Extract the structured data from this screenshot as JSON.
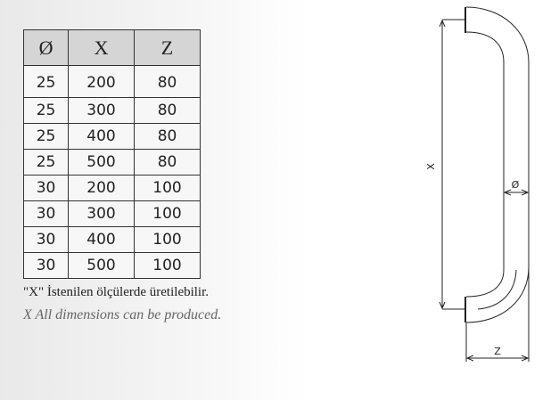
{
  "table": {
    "headers": [
      "Ø",
      "X",
      "Z"
    ],
    "rows": [
      [
        "25",
        "200",
        "80"
      ],
      [
        "25",
        "300",
        "80"
      ],
      [
        "25",
        "400",
        "80"
      ],
      [
        "25",
        "500",
        "80"
      ],
      [
        "30",
        "200",
        "100"
      ],
      [
        "30",
        "300",
        "100"
      ],
      [
        "30",
        "400",
        "100"
      ],
      [
        "30",
        "500",
        "100"
      ]
    ]
  },
  "notes": {
    "turkish": "\"X\" İstenilen ölçülerde üretilebilir.",
    "english": "X All dimensions can be produced."
  },
  "drawing": {
    "label_x": "X",
    "label_z": "Z",
    "label_diameter": "Ø"
  }
}
